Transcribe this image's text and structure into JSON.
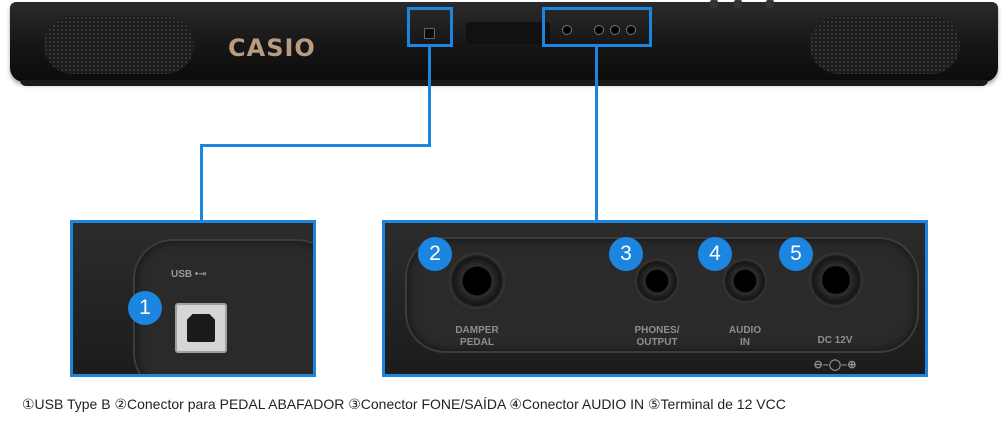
{
  "brand": "CASIO",
  "accent_color": "#1b85e0",
  "panels": {
    "usb": {
      "badge": "1",
      "symbol_label": "USB"
    },
    "ports": [
      {
        "badge": "2",
        "label": "DAMPER\nPEDAL"
      },
      {
        "badge": "3",
        "label": "PHONES/\nOUTPUT"
      },
      {
        "badge": "4",
        "label": "AUDIO\nIN"
      },
      {
        "badge": "5",
        "label": "DC 12V"
      }
    ]
  },
  "caption": "①USB Type B ②Conector para PEDAL ABAFADOR ③Conector FONE/SAÍDA ④Conector AUDIO IN ⑤Terminal de 12 VCC"
}
